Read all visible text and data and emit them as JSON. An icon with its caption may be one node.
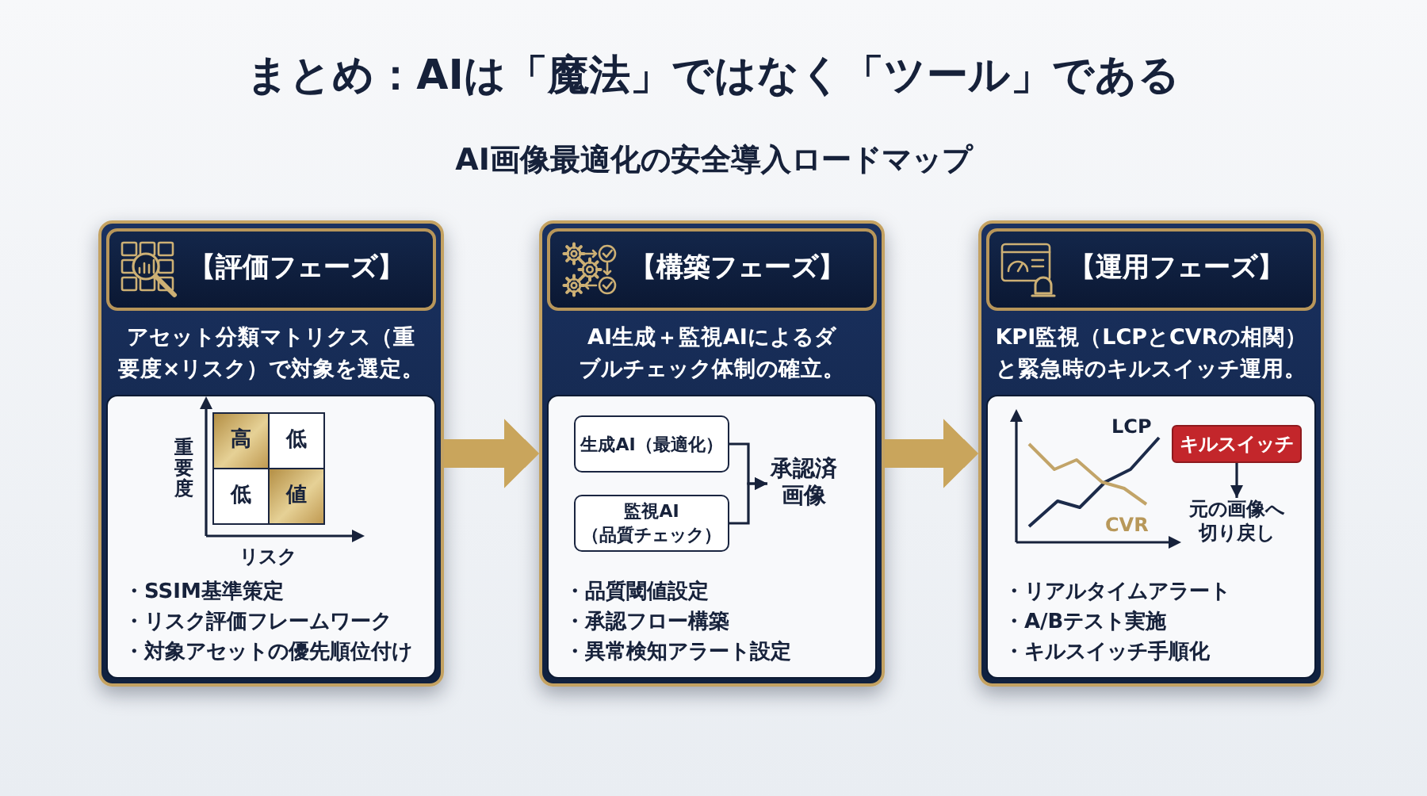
{
  "diagram": {
    "title": "まとめ：AIは「魔法」ではなく「ツール」である",
    "nodes": [
      {
        "text": [
          "【評価フェーズ】",
          "アセット分類マトリクス（重要度×リスク）で対象を選定。",
          "・SSIM基準策定",
          "・リスク評価フレームワーク",
          "・対象アセットの優先順位付け"
        ]
      },
      {
        "text": [
          "【構築フェーズ】",
          "AI生成＋監視AIによるダブルチェック体制の確立。",
          "・品質閾値設定",
          "・承認フロー構築",
          "・異常検知アラート設定"
        ]
      },
      {
        "text": [
          "生成AI（最適化）"
        ],
        "in": 1
      },
      {
        "text": [
          "監視AI（品質チェック）"
        ],
        "in": 1
      },
      {
        "text": [
          "承認済画像"
        ],
        "in": 1
      },
      {
        "text": [
          "【運用フェーズ】",
          "KPI監視（LCPとCVRの相関）と緊急時のキルスイッチ運用。",
          "・リアルタイムアラート",
          "・A/Bテスト実施",
          "・キルスイッチ手順化"
        ]
      },
      {
        "text": [
          "キルスイッチ"
        ],
        "in": 5
      },
      {
        "text": [
          "元の画像へ切り戻し"
        ],
        "in": 5
      }
    ],
    "edges": [
      {
        "from": 0,
        "to": 1,
        "arrow": "to",
        "style": "thick",
        "color": "#c9a55c"
      },
      {
        "from": 1,
        "to": 5,
        "arrow": "to",
        "style": "thick",
        "color": "#c9a55c"
      },
      {
        "from": 2,
        "to": 4,
        "arrow": "to"
      },
      {
        "from": 3,
        "to": 4,
        "arrow": "to"
      },
      {
        "from": 6,
        "to": 7,
        "arrow": "to"
      }
    ],
    "labels": [
      "AI画像最適化の安全導入ロードマップ",
      "重要度",
      "高",
      "低",
      "低",
      "値",
      "リスク",
      "LCP",
      "CVR"
    ]
  }
}
